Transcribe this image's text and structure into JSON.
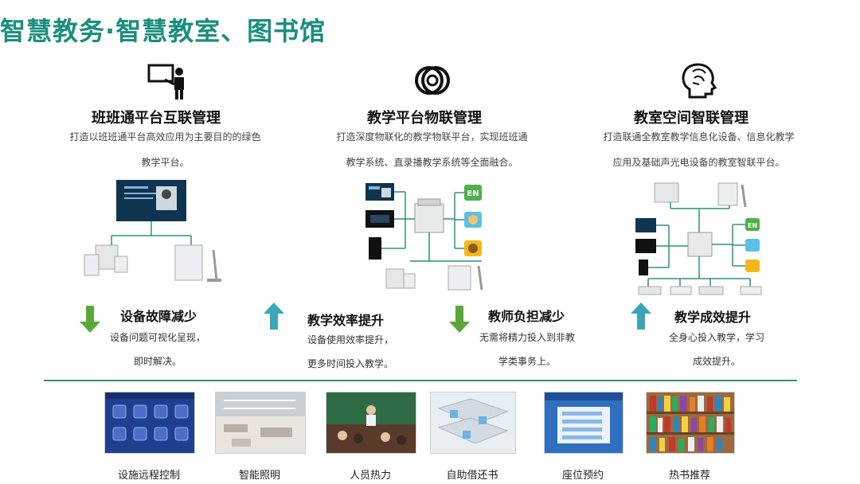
{
  "title": "智慧教务·智慧教室、图书馆",
  "columns": [
    {
      "heading": "班班通平台互联管理",
      "desc_line1": "打造以班班通平台高效应用为主要目的的绿色",
      "desc_line2": "教学平台。",
      "icon": "teacher-board-icon"
    },
    {
      "heading": "教学平台物联管理",
      "desc_line1": "打造深度物联化的教学物联平台，实现班班通",
      "desc_line2": "教学系统、直录播教学系统等全面融合。",
      "icon": "rings-link-icon"
    },
    {
      "heading": "教室空间智联管理",
      "desc_line1": "打造联通全教室教学信息化设备、信息化教学",
      "desc_line2": "应用及基础声光电设备的教室智联平台。",
      "icon": "brain-head-icon"
    }
  ],
  "benefits": [
    {
      "title": "设备故障减少",
      "line1": "设备问题可视化呈现，",
      "line2": "即时解决。",
      "arrow": "down"
    },
    {
      "title": "教学效率提升",
      "line1": "设备使用效率提升，",
      "line2": "更多时间投入教学。",
      "arrow": "up"
    },
    {
      "title": "教师负担减少",
      "line1": "无需将精力投入到非教",
      "line2": "学类事务上。",
      "arrow": "down"
    },
    {
      "title": "教学成效提升",
      "line1": "全身心投入教学，学习",
      "line2": "成效提升。",
      "arrow": "up"
    }
  ],
  "device_labels": {
    "en_badge": "EN"
  },
  "gallery": [
    {
      "label": "设施远程控制"
    },
    {
      "label": "智能照明"
    },
    {
      "label": "人员热力"
    },
    {
      "label": "自助借还书"
    },
    {
      "label": "座位预约"
    },
    {
      "label": "热书推荐"
    }
  ],
  "colors": {
    "accent": "#1a8f7c",
    "arrow_green": "#5aa83a",
    "arrow_teal": "#3aa7b8",
    "line_teal": "#2f8f83"
  }
}
